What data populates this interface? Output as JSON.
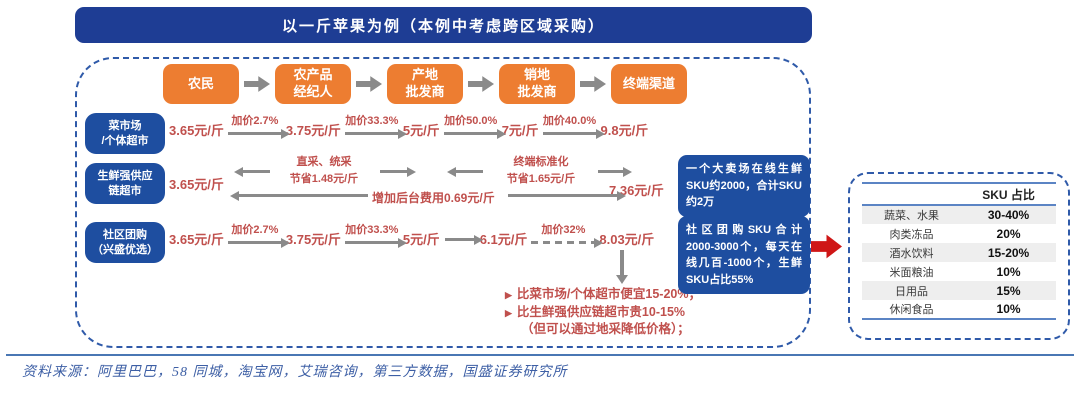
{
  "title": "以一斤苹果为例（本例中考虑跨区域采购）",
  "chain": {
    "nodes": [
      [
        "农民"
      ],
      [
        "农产品",
        "经纪人"
      ],
      [
        "产地",
        "批发商"
      ],
      [
        "销地",
        "批发商"
      ],
      [
        "终端渠道"
      ]
    ]
  },
  "side_labels": [
    [
      "菜市场",
      "/个体超市"
    ],
    [
      "生鲜强供应",
      "链超市"
    ],
    [
      "社区团购",
      "（兴盛优选）"
    ]
  ],
  "row1": {
    "prices": [
      "3.65元/斤",
      "3.75元/斤",
      "5元/斤",
      "7元/斤",
      "9.8元/斤"
    ],
    "markups": [
      "加价2.7%",
      "加价33.3%",
      "加价50.0%",
      "加价40.0%"
    ]
  },
  "row2": {
    "price_start": "3.65元/斤",
    "price_end": "7.36元/斤",
    "saving1": [
      "直采、统采",
      "节省1.48元/斤"
    ],
    "saving2": [
      "终端标准化",
      "节省1.65元/斤"
    ],
    "backend_cost": "增加后台费用0.69元/斤"
  },
  "row3": {
    "prices": [
      "3.65元/斤",
      "3.75元/斤",
      "5元/斤",
      "6.1元/斤",
      "8.03元/斤"
    ],
    "markups": [
      "加价2.7%",
      "加价33.3%",
      "加价32%"
    ]
  },
  "notes": [
    "比菜市场/个体超市便宜15-20%；",
    "比生鲜强供应链超市贵10-15%",
    "（但可以通过地采降低价格）；"
  ],
  "info_boxes": [
    "一个大卖场在线生鲜SKU约2000，合计SKU约2万",
    "社区团购SKU合计2000-3000个，每天在线几百-1000个，生鲜SKU占比55%"
  ],
  "sku_table": {
    "header": "SKU 占比",
    "rows": [
      {
        "name": "蔬菜、水果",
        "value": "30-40%"
      },
      {
        "name": "肉类冻品",
        "value": "20%"
      },
      {
        "name": "酒水饮料",
        "value": "15-20%"
      },
      {
        "name": "米面粮油",
        "value": "10%"
      },
      {
        "name": "日用品",
        "value": "15%"
      },
      {
        "name": "休闲食品",
        "value": "10%"
      }
    ]
  },
  "source": "资料来源：阿里巴巴，58 同城，淘宝网，艾瑞咨询，第三方数据，国盛证券研究所",
  "colors": {
    "title_bg": "#1e3d94",
    "node_orange": "#ed7d31",
    "label_blue": "#1e4ea0",
    "arrow_gray": "#8a8a8a",
    "text_red": "#c0504d",
    "dashed_border": "#2f5aa9",
    "red_arrow": "#cf1616",
    "source_blue": "#3d5fa5"
  }
}
